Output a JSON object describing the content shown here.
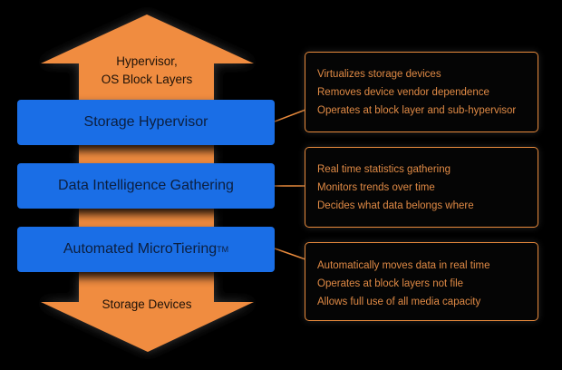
{
  "colors": {
    "background": "#000000",
    "arrow_fill": "#f08c40",
    "layer_fill": "#1a6ee6",
    "callout_border": "#e88a3c",
    "callout_text": "#e08a45"
  },
  "arrow": {
    "top_label_line1": "Hypervisor,",
    "top_label_line2": "OS Block Layers",
    "bottom_label": "Storage Devices"
  },
  "layers": [
    {
      "label": "Storage Hypervisor",
      "trademark": "",
      "callout": [
        "Virtualizes storage devices",
        "Removes device vendor dependence",
        "Operates at block layer and sub-hypervisor"
      ]
    },
    {
      "label": "Data Intelligence Gathering",
      "trademark": "",
      "callout": [
        "Real time statistics gathering",
        "Monitors trends over time",
        "Decides what data belongs where"
      ]
    },
    {
      "label": "Automated MicroTiering",
      "trademark": "TM",
      "callout": [
        "Automatically moves data in real time",
        "Operates at block layers not file",
        "Allows full use of all media capacity"
      ]
    }
  ]
}
